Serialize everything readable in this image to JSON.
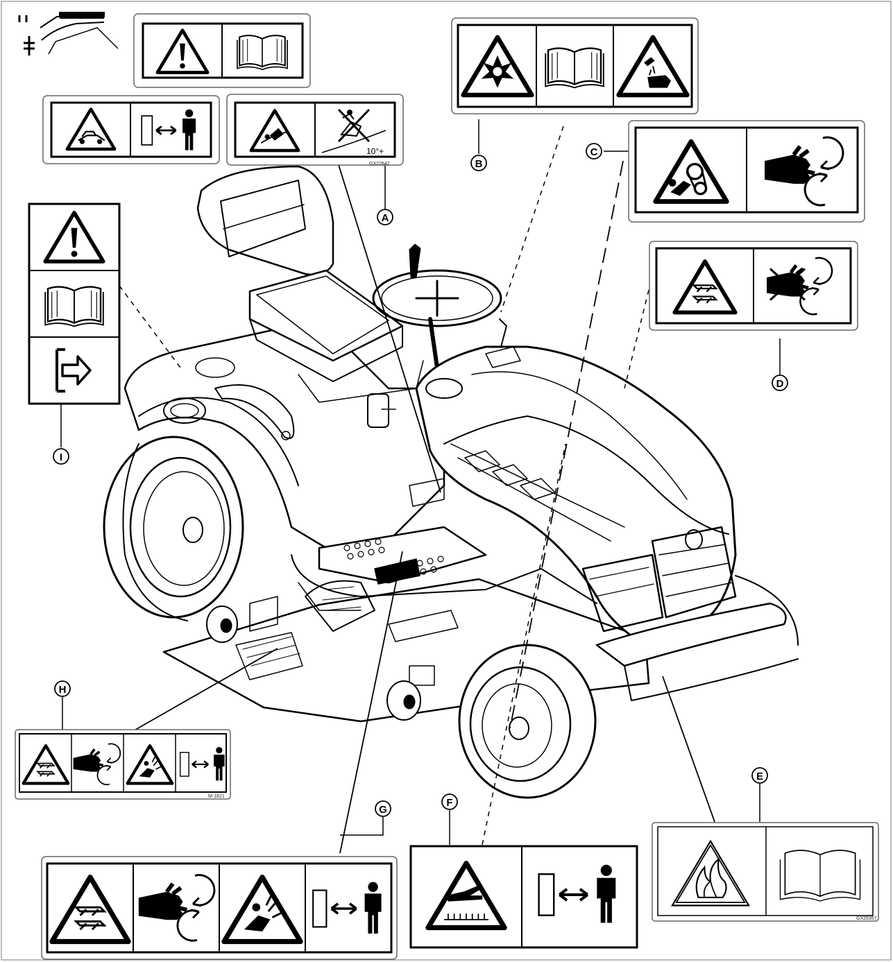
{
  "callouts": {
    "A": "A",
    "B": "B",
    "C": "C",
    "D": "D",
    "E": "E",
    "F": "F",
    "G": "G",
    "H": "H",
    "I": "I"
  },
  "decals": {
    "A": {
      "left_icons": [
        "warning-triangle",
        "manual-book"
      ],
      "right_icons": [
        "rollover-warning-triangle",
        "no-slope-operation"
      ],
      "slope_text": "10°+",
      "code": "GX22842"
    },
    "B": {
      "icons": [
        "explosion-warning-triangle",
        "manual-book",
        "corrosive-warning-triangle"
      ]
    },
    "C": {
      "icons": [
        "entanglement-warning-triangle",
        "keep-hands-away-rotating-parts"
      ]
    },
    "D": {
      "icons": [
        "cutting-hazard-triangle",
        "keep-hands-away-rotating-parts"
      ]
    },
    "E": {
      "icons": [
        "fire-warning-triangle",
        "manual-book"
      ]
    },
    "F": {
      "icons": [
        "hot-surface-warning-triangle",
        "keep-safe-distance"
      ]
    },
    "G": {
      "icons": [
        "cutting-hazard-triangle",
        "hand-cutting-blade",
        "thrown-object-triangle",
        "keep-safe-distance"
      ]
    },
    "H": {
      "icons": [
        "cutting-hazard-triangle",
        "hand-cutting-blade",
        "thrown-object-triangle",
        "keep-safe-distance"
      ]
    },
    "I": {
      "icons": [
        "warning-triangle",
        "manual-book",
        "exit-arrow"
      ]
    },
    "E_code": "GX25357",
    "H_code": "M-1821"
  },
  "colors": {
    "ink": "#000000",
    "paper": "#ffffff",
    "decal_border": "#555555"
  }
}
